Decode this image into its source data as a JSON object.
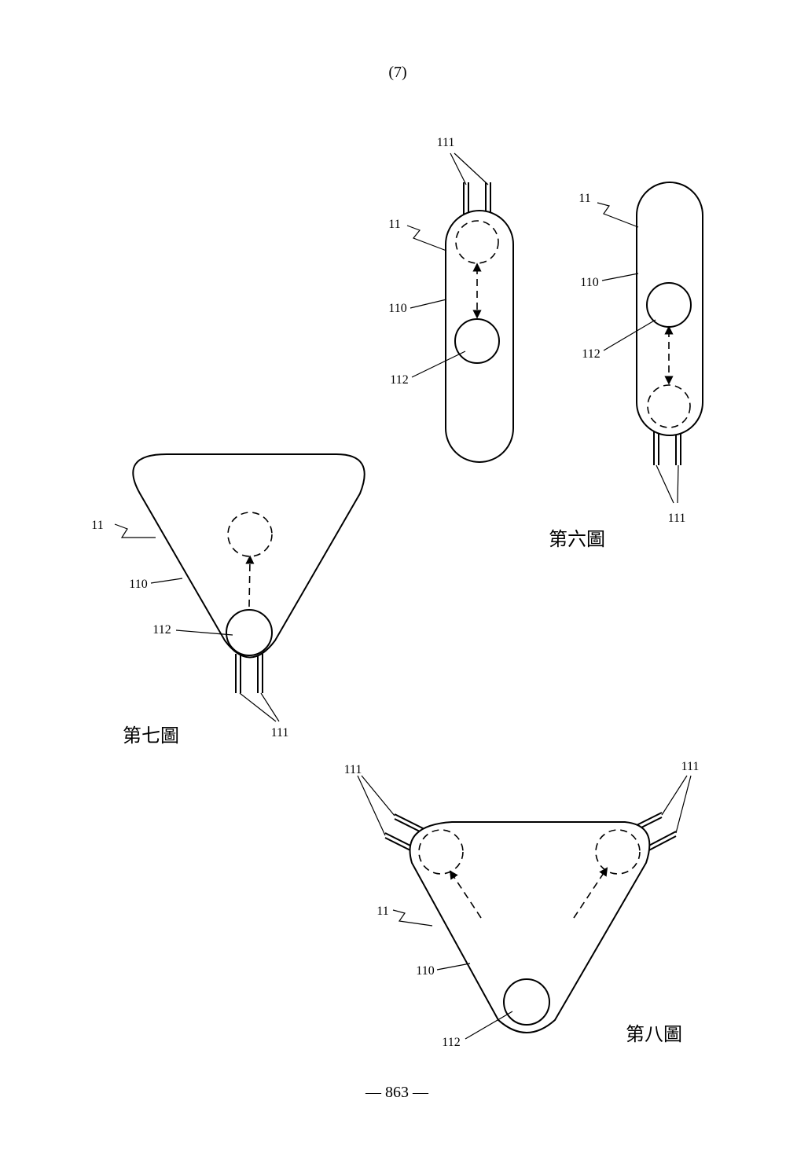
{
  "header": {
    "page_label": "(7)"
  },
  "footer": {
    "page_number": "— 863 —"
  },
  "figures": [
    {
      "caption": "第六圖",
      "labels": {
        "housing": "11",
        "body": "110",
        "ports": "111",
        "ball": "112"
      }
    },
    {
      "caption": "第七圖",
      "labels": {
        "housing": "11",
        "body": "110",
        "ports": "111",
        "ball": "112"
      }
    },
    {
      "caption": "第八圖",
      "labels": {
        "housing": "11",
        "body": "110",
        "ports_left": "111",
        "ports_right": "111",
        "ball": "112"
      }
    }
  ]
}
